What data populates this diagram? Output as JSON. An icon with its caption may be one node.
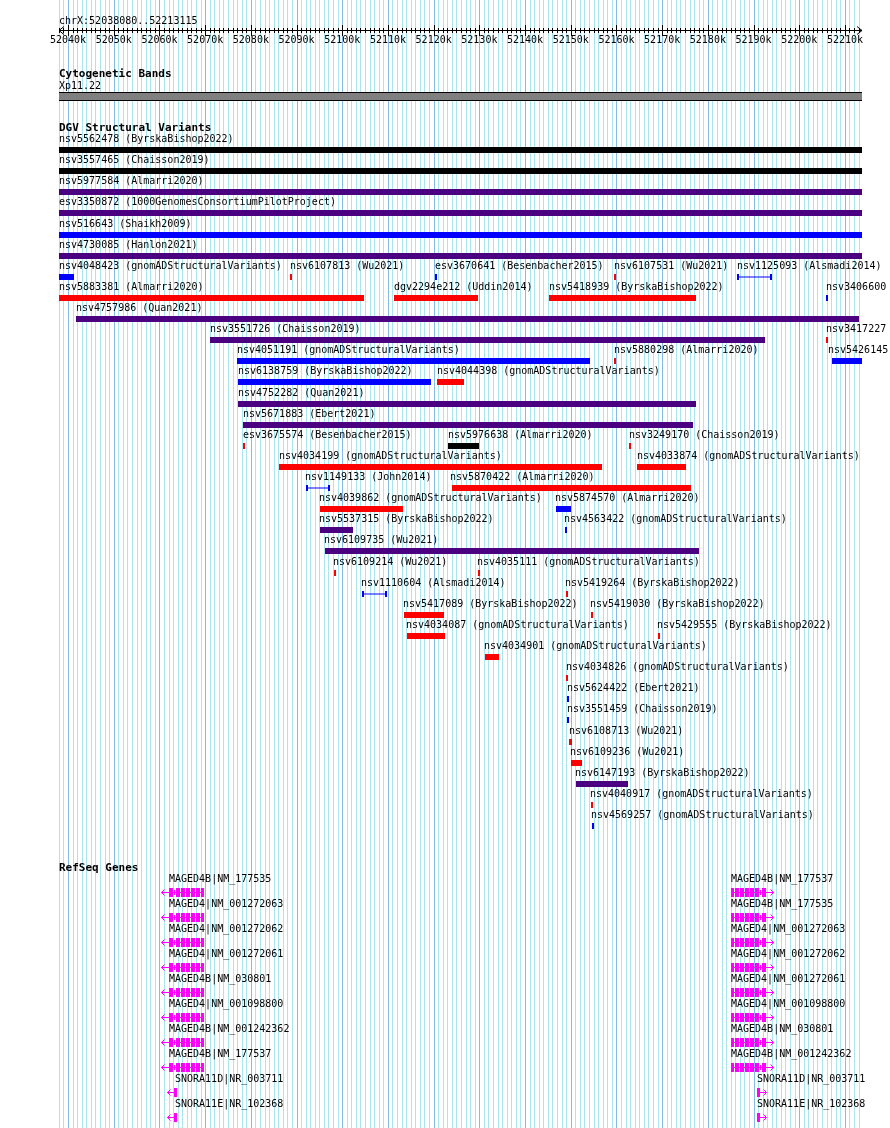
{
  "diagram": {
    "title": "chrX:52038080..52213115",
    "nodes": [
      {
        "text": [
          "Xp11.22"
        ]
      },
      {
        "text": [
          "nsv5562478 (ByrskaBishop2022)"
        ]
      },
      {
        "text": [
          "nsv3557465 (Chaisson2019)"
        ]
      },
      {
        "text": [
          "nsv5977584 (Almarri2020)"
        ]
      },
      {
        "text": [
          "esv3350872 (1000GenomesConsortiumPilotProject)"
        ]
      },
      {
        "text": [
          "nsv516643 (Shaikh2009)"
        ]
      },
      {
        "text": [
          "nsv4730085 (Hanlon2021)"
        ]
      },
      {
        "text": [
          "nsv4048423 (gnomADStructuralVariants)"
        ]
      },
      {
        "text": [
          "nsv6107813 (Wu2021)"
        ]
      },
      {
        "text": [
          "esv3670641 (Besenbacher2015)"
        ]
      },
      {
        "text": [
          "nsv6107531 (Wu2021)"
        ]
      },
      {
        "text": [
          "nsv1125093 (Alsmadi2014)"
        ]
      },
      {
        "text": [
          "nsv5883381 (Almarri2020)"
        ]
      },
      {
        "text": [
          "dgv2294e212 (Uddin2014)"
        ]
      },
      {
        "text": [
          "nsv5418939 (ByrskaBishop2022)"
        ]
      },
      {
        "text": [
          "nsv3406600"
        ]
      },
      {
        "text": [
          "nsv4757986 (Quan2021)"
        ]
      },
      {
        "text": [
          "nsv3551726 (Chaisson2019)"
        ]
      },
      {
        "text": [
          "nsv3417227"
        ]
      },
      {
        "text": [
          "nsv4051191 (gnomADStructuralVariants)"
        ]
      },
      {
        "text": [
          "nsv5880298 (Almarri2020)"
        ]
      },
      {
        "text": [
          "nsv5426145"
        ]
      },
      {
        "text": [
          "nsv6138759 (ByrskaBishop2022)"
        ]
      },
      {
        "text": [
          "nsv4044398 (gnomADStructuralVariants)"
        ]
      },
      {
        "text": [
          "nsv4752282 (Quan2021)"
        ]
      },
      {
        "text": [
          "nsv5671883 (Ebert2021)"
        ]
      },
      {
        "text": [
          "esv3675574 (Besenbacher2015)"
        ]
      },
      {
        "text": [
          "nsv5976638 (Almarri2020)"
        ]
      },
      {
        "text": [
          "nsv3249170 (Chaisson2019)"
        ]
      },
      {
        "text": [
          "nsv4034199 (gnomADStructuralVariants)"
        ]
      },
      {
        "text": [
          "nsv4033874 (gnomADStructuralVariants)"
        ]
      },
      {
        "text": [
          "nsv1149133 (John2014)"
        ]
      },
      {
        "text": [
          "nsv5870422 (Almarri2020)"
        ]
      },
      {
        "text": [
          "nsv4039862 (gnomADStructuralVariants)"
        ]
      },
      {
        "text": [
          "nsv5874570 (Almarri2020)"
        ]
      },
      {
        "text": [
          "nsv5537315 (ByrskaBishop2022)"
        ]
      },
      {
        "text": [
          "nsv4563422 (gnomADStructuralVariants)"
        ]
      },
      {
        "text": [
          "nsv6109735 (Wu2021)"
        ]
      },
      {
        "text": [
          "nsv6109214 (Wu2021)"
        ]
      },
      {
        "text": [
          "nsv4035111 (gnomADStructuralVariants)"
        ]
      },
      {
        "text": [
          "nsv1110604 (Alsmadi2014)"
        ]
      },
      {
        "text": [
          "nsv5419264 (ByrskaBishop2022)"
        ]
      },
      {
        "text": [
          "nsv5417089 (ByrskaBishop2022)"
        ]
      },
      {
        "text": [
          "nsv5419030 (ByrskaBishop2022)"
        ]
      },
      {
        "text": [
          "nsv4034087 (gnomADStructuralVariants)"
        ]
      },
      {
        "text": [
          "nsv5429555 (ByrskaBishop2022)"
        ]
      },
      {
        "text": [
          "nsv4034901 (gnomADStructuralVariants)"
        ]
      },
      {
        "text": [
          "nsv4034826 (gnomADStructuralVariants)"
        ]
      },
      {
        "text": [
          "nsv5624422 (Ebert2021)"
        ]
      },
      {
        "text": [
          "nsv3551459 (Chaisson2019)"
        ]
      },
      {
        "text": [
          "nsv6108713 (Wu2021)"
        ]
      },
      {
        "text": [
          "nsv6109236 (Wu2021)"
        ]
      },
      {
        "text": [
          "nsv6147193 (ByrskaBishop2022)"
        ]
      },
      {
        "text": [
          "nsv4040917 (gnomADStructuralVariants)"
        ]
      },
      {
        "text": [
          "nsv4569257 (gnomADStructuralVariants)"
        ]
      },
      {
        "text": [
          "MAGED4B|NM_177535"
        ]
      },
      {
        "text": [
          "MAGED4B|NM_177537"
        ]
      },
      {
        "text": [
          "MAGED4|NM_001272063"
        ]
      },
      {
        "text": [
          "MAGED4B|NM_177535"
        ]
      },
      {
        "text": [
          "MAGED4|NM_001272062"
        ]
      },
      {
        "text": [
          "MAGED4|NM_001272063"
        ]
      },
      {
        "text": [
          "MAGED4|NM_001272061"
        ]
      },
      {
        "text": [
          "MAGED4|NM_001272062"
        ]
      },
      {
        "text": [
          "MAGED4B|NM_030801"
        ]
      },
      {
        "text": [
          "MAGED4|NM_001272061"
        ]
      },
      {
        "text": [
          "MAGED4|NM_001098800"
        ]
      },
      {
        "text": [
          "MAGED4|NM_001098800"
        ]
      },
      {
        "text": [
          "MAGED4B|NM_001242362"
        ]
      },
      {
        "text": [
          "MAGED4B|NM_030801"
        ]
      },
      {
        "text": [
          "MAGED4B|NM_177537"
        ]
      },
      {
        "text": [
          "MAGED4B|NM_001242362"
        ]
      },
      {
        "text": [
          "SNORA11D|NR_003711"
        ]
      },
      {
        "text": [
          "SNORA11D|NR_003711"
        ]
      },
      {
        "text": [
          "SNORA11E|NR_102368"
        ]
      },
      {
        "text": [
          "SNORA11E|NR_102368"
        ]
      }
    ],
    "labels": [
      "52040k",
      "52050k",
      "52060k",
      "52070k",
      "52080k",
      "52090k",
      "52100k",
      "52110k",
      "52120k",
      "52130k",
      "52140k",
      "52150k",
      "52160k",
      "52170k",
      "52180k",
      "52190k",
      "52200k",
      "52210k",
      "Cytogenetic Bands",
      "DGV Structural Variants",
      "RefSeq Genes"
    ]
  }
}
